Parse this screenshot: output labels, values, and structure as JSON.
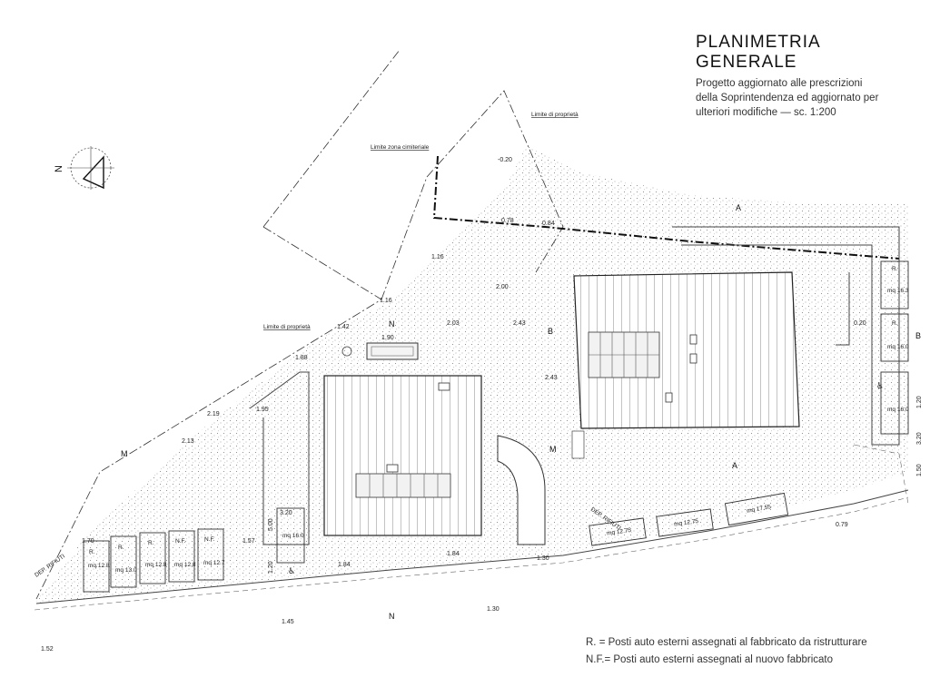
{
  "title": {
    "main": "PLANIMETRIA GENERALE",
    "lines": [
      "Progetto aggiornato alle prescrizioni",
      "della Soprintendenza ed aggiornato per",
      "ulteriori modifiche — sc. 1:200"
    ]
  },
  "legend": [
    "R.  = Posti auto esterni assegnati al fabbricato da ristrutturare",
    "N.F.= Posti auto esterni assegnati al nuovo fabbricato"
  ],
  "compass": {
    "label": "N"
  },
  "boundary_labels": {
    "property_top": "Limite di proprietà",
    "cemetery": "Limite zona cimiteriale",
    "property_left": "Limite di proprietà"
  },
  "elevations": [
    "-0.20",
    "0.78",
    "0.84",
    "1.16",
    "1.16",
    "2.00",
    "2.03",
    "1.42",
    "1.88",
    "2.43",
    "2.43",
    "2.19",
    "2.13",
    "1.95",
    "1.90",
    "0.20",
    "1.70",
    "1.57",
    "1.84",
    "1.84",
    "1.30",
    "1.30",
    "0.79",
    "1.45",
    "1.52",
    "3.20",
    "5.00",
    "1.20",
    "1.20",
    "3.20",
    "1.50"
  ],
  "section_markers": [
    "A",
    "A",
    "B",
    "B",
    "M",
    "M",
    "N",
    "N"
  ],
  "parking_bottom_left": [
    {
      "tag": "R.",
      "area": "mq 12.8"
    },
    {
      "tag": "R.",
      "area": "mq 13.0"
    },
    {
      "tag": "R.",
      "area": "mq 12.8"
    },
    {
      "tag": "N.F.",
      "area": "mq 12.8"
    },
    {
      "tag": "N.F.",
      "area": "mq 12.7"
    }
  ],
  "parking_disabled": {
    "area": "mq 16.0"
  },
  "parking_bottom_right": [
    "mq 12.75",
    "mq 12.75",
    "mq 17.55"
  ],
  "parking_right": [
    {
      "tag": "R.",
      "area": "mq 16.3"
    },
    {
      "tag": "R.",
      "area": "mq 16.0"
    },
    {
      "tag": "",
      "area": "mq 16.0"
    }
  ],
  "waste_label": "DEP. RIFIUTI"
}
